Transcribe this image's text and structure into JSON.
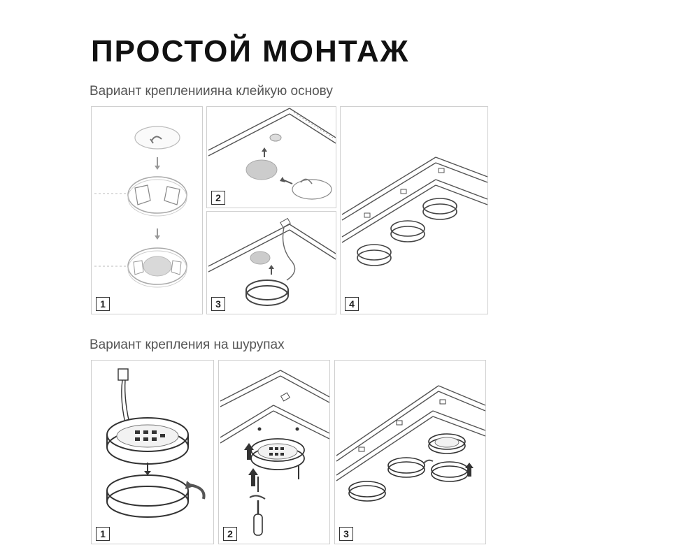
{
  "title": "ПРОСТОЙ МОНТАЖ",
  "section_adhesive": {
    "heading": "Вариант креплениияна клейкую основу",
    "steps": [
      "1",
      "2",
      "3",
      "4"
    ]
  },
  "section_screws": {
    "heading": "Вариант крепления на шурупах",
    "steps": [
      "1",
      "2",
      "3"
    ]
  }
}
